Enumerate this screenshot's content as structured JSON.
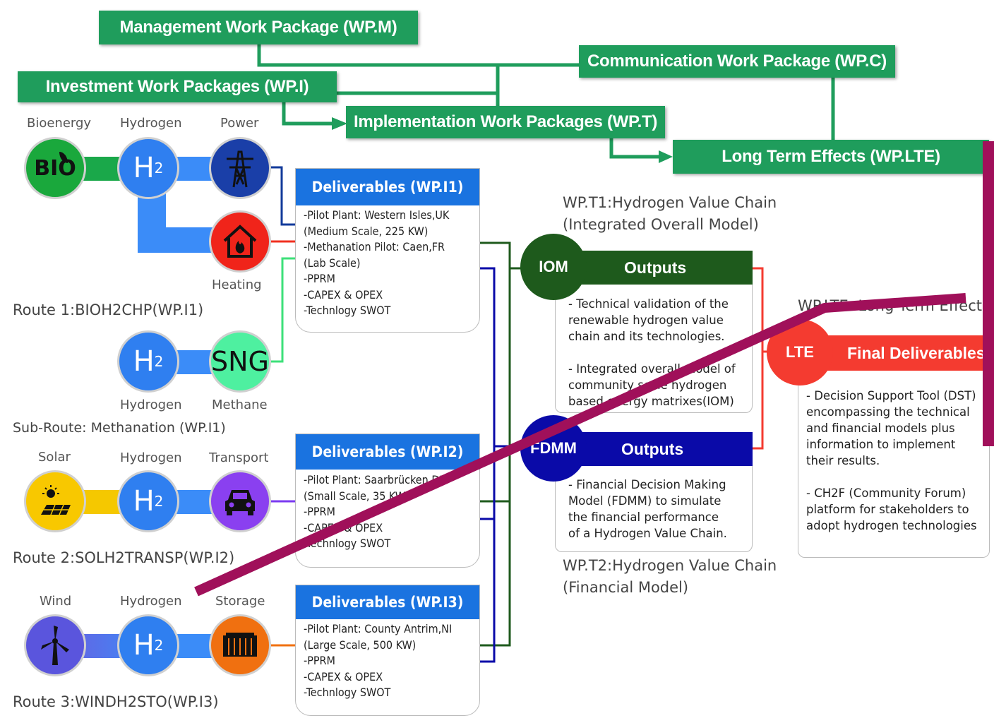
{
  "work_packages": {
    "management": "Management Work Package (WP.M)",
    "communication": "Communication Work Package (WP.C)",
    "investment": "Investment Work Packages (WP.I)",
    "implementation": "Implementation Work Packages (WP.T)",
    "long_term": "Long Term Effects (WP.LTE)"
  },
  "route1": {
    "labels": [
      "Bioenergy",
      "Hydrogen",
      "Power",
      "Heating"
    ],
    "bio": "BIO",
    "h": "H",
    "sub": "2",
    "name": "Route 1:BIOH2CHP(WP.I1)"
  },
  "subroute": {
    "labels": [
      "Hydrogen",
      "Methane"
    ],
    "sng": "SNG",
    "name": "Sub-Route: Methanation (WP.I1)"
  },
  "route2": {
    "labels": [
      "Solar",
      "Hydrogen",
      "Transport"
    ],
    "name": "Route 2:SOLH2TRANSP(WP.I2)"
  },
  "route3": {
    "labels": [
      "Wind",
      "Hydrogen",
      "Storage"
    ],
    "name": "Route 3:WINDH2STO(WP.I3)"
  },
  "deliverables": [
    {
      "title": "Deliverables (WP.I1)",
      "items": [
        "-Pilot Plant: Western Isles,UK",
        " (Medium Scale, 225 KW)",
        "-Methanation Pilot: Caen,FR",
        " (Lab Scale)",
        "-PPRM",
        "-CAPEX & OPEX",
        "-Technlogy SWOT"
      ]
    },
    {
      "title": "Deliverables (WP.I2)",
      "items": [
        "-Pilot Plant: Saarbrücken,DE",
        " (Small Scale, 35 KW)",
        "-PPRM",
        "-CAPEX & OPEX",
        "-Technlogy SWOT"
      ]
    },
    {
      "title": "Deliverables (WP.I3)",
      "items": [
        "-Pilot Plant: County Antrim,NI",
        " (Large Scale, 500 KW)",
        "-PPRM",
        "-CAPEX & OPEX",
        "-Technlogy SWOT"
      ]
    }
  ],
  "t1": {
    "title1": "WP.T1:Hydrogen Value Chain",
    "title2": "(Integrated Overall Model)",
    "circle": "IOM",
    "bar": "Outputs",
    "body": [
      "- Technical validation of the",
      "renewable hydrogen value",
      "chain and its technologies.",
      "",
      "- Integrated overall model of",
      "community scale hydrogen",
      "based energy matrixes(IOM)"
    ]
  },
  "t2": {
    "title1": "WP.T2:Hydrogen Value Chain",
    "title2": "(Financial Model)",
    "circle": "FDMM",
    "bar": "Outputs",
    "body": [
      "- Financial Decision Making",
      "Model (FDMM) to simulate",
      "the financial performance",
      "of a Hydrogen Value Chain."
    ]
  },
  "lte": {
    "title": "WP.LTE: Long Term Effects",
    "circle": "LTE",
    "bar": "Final Deliverables",
    "body": [
      "- Decision Support Tool (DST)",
      "encompassing the technical",
      "and financial models plus",
      "information to implement",
      "their results.",
      "",
      "- CH2F (Community Forum)",
      "platform for stakeholders to",
      "adopt hydrogen technologies"
    ]
  },
  "colors": {
    "wp_green": "#1f9d5c",
    "dark_green": "#1e5a1c",
    "navy": "#0a0aa8",
    "blue": "#1a73e0",
    "red": "#f43b30",
    "overlay": "#a0105a"
  }
}
